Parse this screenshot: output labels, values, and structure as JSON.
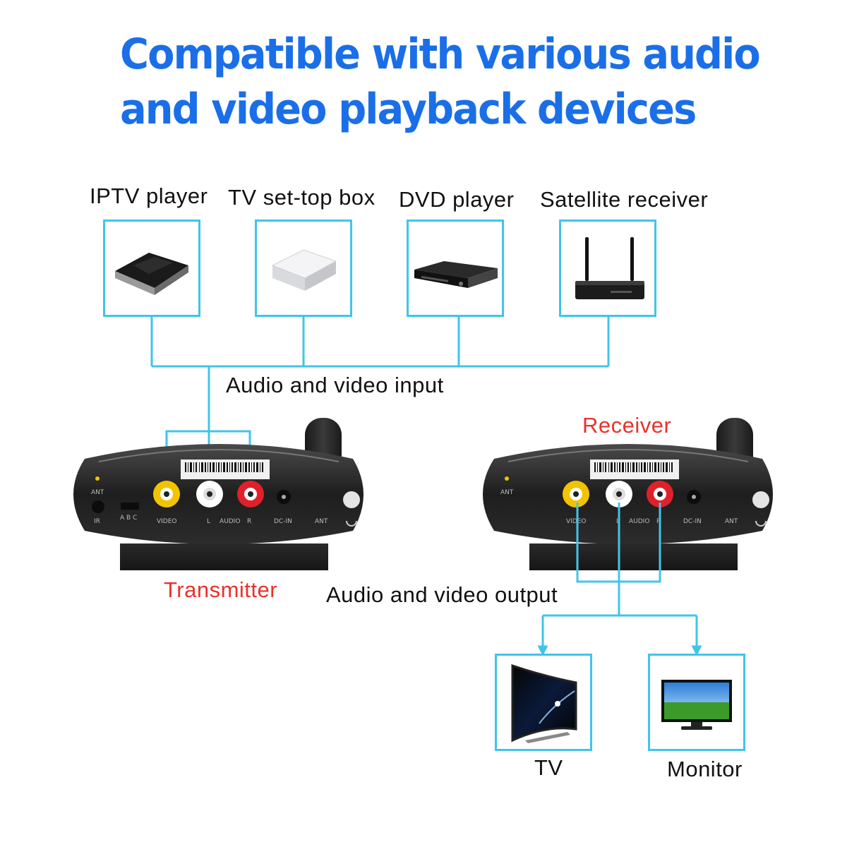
{
  "title": {
    "line1": "Compatible with various audio",
    "line2": "and video playback devices"
  },
  "sources": [
    {
      "label": "IPTV player",
      "icon": "iptv-box-icon"
    },
    {
      "label": "TV set-top box",
      "icon": "set-top-box-icon"
    },
    {
      "label": "DVD player",
      "icon": "dvd-player-icon"
    },
    {
      "label": "Satellite receiver",
      "icon": "satellite-receiver-icon"
    }
  ],
  "input_label": "Audio and video input",
  "output_label": "Audio and video output",
  "transmitter": {
    "name": "Transmitter",
    "ports": {
      "ant": "ANT",
      "ir": "IR",
      "abc": "A  B  C",
      "video": "VIDEO",
      "l": "L",
      "audio": "AUDIO",
      "r": "R",
      "dcin": "DC-IN",
      "ant2": "ANT"
    }
  },
  "receiver": {
    "name": "Receiver",
    "ports": {
      "ant": "ANT",
      "video": "VIDEO",
      "l": "L",
      "audio": "AUDIO",
      "r": "R",
      "dcin": "DC-IN",
      "ant2": "ANT"
    }
  },
  "outputs": [
    {
      "label": "TV",
      "icon": "curved-tv-icon"
    },
    {
      "label": "Monitor",
      "icon": "monitor-icon"
    }
  ],
  "colors": {
    "title": "#1a6fe8",
    "line": "#41c4ea",
    "device_label_red": "#e8322c",
    "rca_yellow": "#f2c400",
    "rca_white": "#ffffff",
    "rca_red": "#e0202a"
  }
}
